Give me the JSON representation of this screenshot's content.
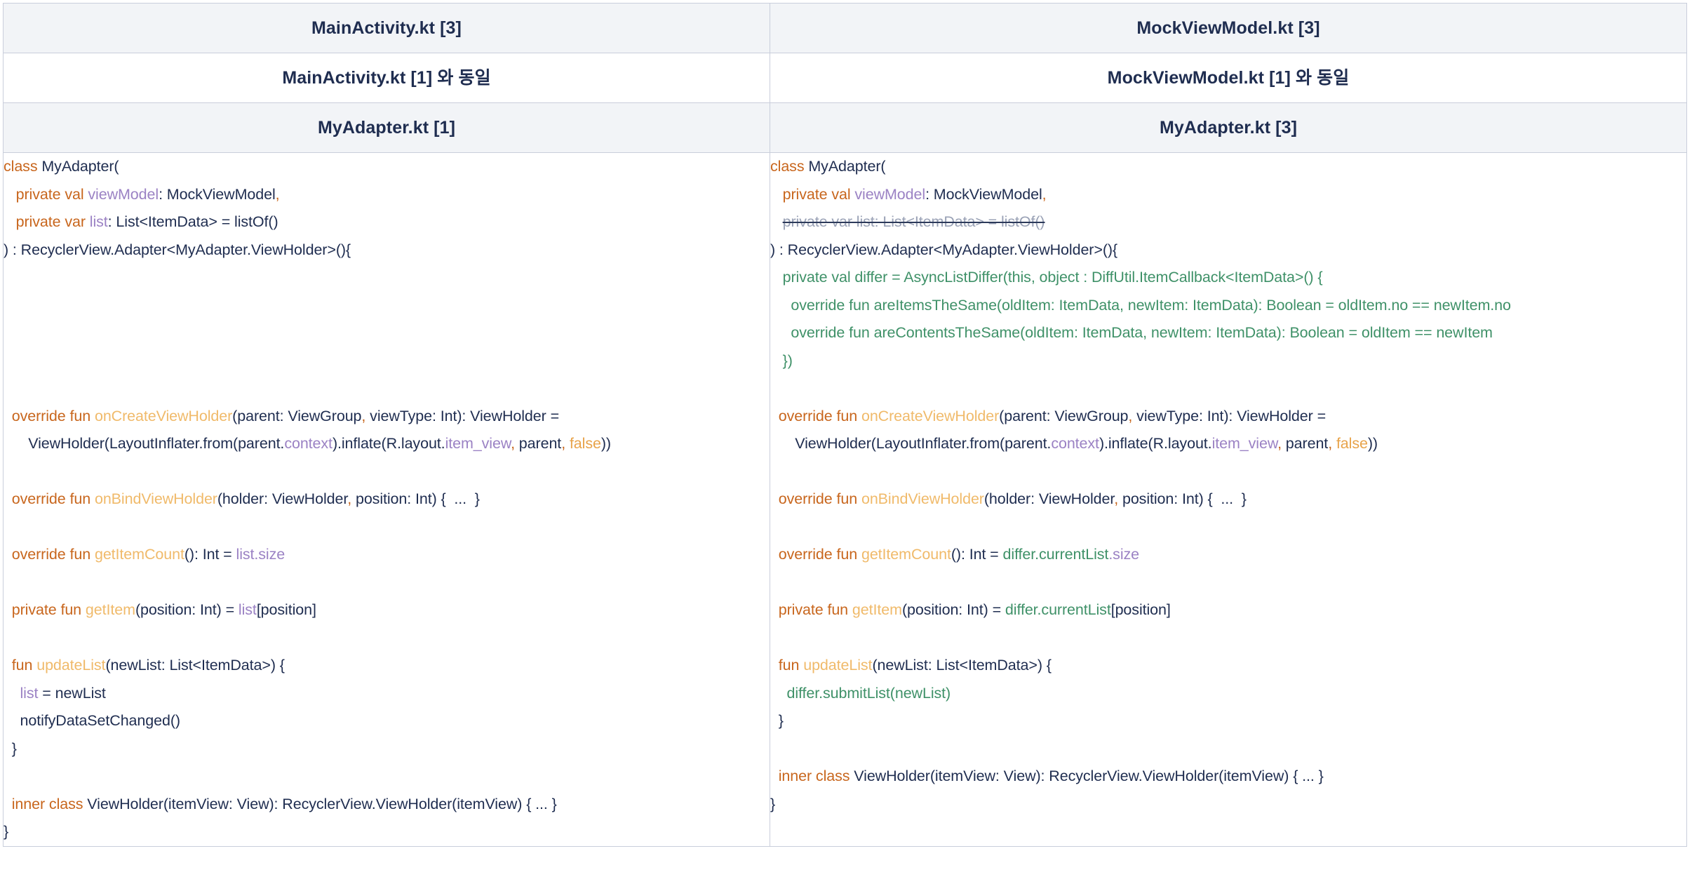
{
  "table": {
    "headers": [
      {
        "left": "MainActivity.kt [3]",
        "right": "MockViewModel.kt [3]",
        "style": "shaded"
      },
      {
        "left": "MainActivity.kt [1] 와 동일",
        "right": "MockViewModel.kt [1] 와 동일",
        "style": "plain"
      },
      {
        "left": "MyAdapter.kt [1]",
        "right": "MyAdapter.kt [3]",
        "style": "shaded"
      }
    ],
    "colors": {
      "header_background": "#f2f4f7",
      "header_text": "#1f2d50",
      "border": "#c9cedb",
      "keyword": "#c8661d",
      "function": "#f0ba6a",
      "property": "#9b82c4",
      "literal": "#e8a34a",
      "default_text": "#1f2d50",
      "added_green": "#3f9168",
      "deleted_gray": "#9aa2b6"
    }
  },
  "left_code": [
    [
      {
        "t": "class",
        "c": "kw"
      },
      {
        "t": " MyAdapter(",
        "c": "plain"
      }
    ],
    [
      {
        "t": "   ",
        "c": "plain"
      },
      {
        "t": "private val",
        "c": "kw"
      },
      {
        "t": " ",
        "c": "plain"
      },
      {
        "t": "viewModel",
        "c": "prop"
      },
      {
        "t": ": MockViewModel",
        "c": "plain"
      },
      {
        "t": ",",
        "c": "kw"
      }
    ],
    [
      {
        "t": "   ",
        "c": "plain"
      },
      {
        "t": "private var",
        "c": "kw"
      },
      {
        "t": " ",
        "c": "plain"
      },
      {
        "t": "list",
        "c": "prop"
      },
      {
        "t": ": List<ItemData> = listOf()",
        "c": "plain"
      }
    ],
    [
      {
        "t": ") : RecyclerView.Adapter<MyAdapter.ViewHolder>(){",
        "c": "plain"
      }
    ],
    [
      {
        "t": "",
        "c": "plain"
      }
    ],
    [
      {
        "t": "",
        "c": "plain"
      }
    ],
    [
      {
        "t": "",
        "c": "plain"
      }
    ],
    [
      {
        "t": "",
        "c": "plain"
      }
    ],
    [
      {
        "t": "",
        "c": "plain"
      }
    ],
    [
      {
        "t": "  ",
        "c": "plain"
      },
      {
        "t": "override fun",
        "c": "kw"
      },
      {
        "t": " ",
        "c": "plain"
      },
      {
        "t": "onCreateViewHolder",
        "c": "fn"
      },
      {
        "t": "(parent: ViewGroup",
        "c": "plain"
      },
      {
        "t": ",",
        "c": "kw"
      },
      {
        "t": " viewType: Int): ViewHolder =",
        "c": "plain"
      }
    ],
    [
      {
        "t": "      ViewHolder(LayoutInflater.from(parent.",
        "c": "plain"
      },
      {
        "t": "context",
        "c": "prop"
      },
      {
        "t": ").inflate(R.layout.",
        "c": "plain"
      },
      {
        "t": "item_view",
        "c": "prop"
      },
      {
        "t": ",",
        "c": "kw"
      },
      {
        "t": " parent",
        "c": "plain"
      },
      {
        "t": ",",
        "c": "kw"
      },
      {
        "t": " ",
        "c": "plain"
      },
      {
        "t": "false",
        "c": "lit"
      },
      {
        "t": "))",
        "c": "plain"
      }
    ],
    [
      {
        "t": "",
        "c": "plain"
      }
    ],
    [
      {
        "t": "  ",
        "c": "plain"
      },
      {
        "t": "override fun",
        "c": "kw"
      },
      {
        "t": " ",
        "c": "plain"
      },
      {
        "t": "onBindViewHolder",
        "c": "fn"
      },
      {
        "t": "(holder: ViewHolder",
        "c": "plain"
      },
      {
        "t": ",",
        "c": "kw"
      },
      {
        "t": " position: Int) {  ...  }",
        "c": "plain"
      }
    ],
    [
      {
        "t": "",
        "c": "plain"
      }
    ],
    [
      {
        "t": "  ",
        "c": "plain"
      },
      {
        "t": "override fun",
        "c": "kw"
      },
      {
        "t": " ",
        "c": "plain"
      },
      {
        "t": "getItemCount",
        "c": "fn"
      },
      {
        "t": "(): Int = ",
        "c": "plain"
      },
      {
        "t": "list.size",
        "c": "prop"
      }
    ],
    [
      {
        "t": "",
        "c": "plain"
      }
    ],
    [
      {
        "t": "  ",
        "c": "plain"
      },
      {
        "t": "private fun",
        "c": "kw"
      },
      {
        "t": " ",
        "c": "plain"
      },
      {
        "t": "getItem",
        "c": "fn"
      },
      {
        "t": "(position: Int) = ",
        "c": "plain"
      },
      {
        "t": "list",
        "c": "prop"
      },
      {
        "t": "[position]",
        "c": "plain"
      }
    ],
    [
      {
        "t": "",
        "c": "plain"
      }
    ],
    [
      {
        "t": "  ",
        "c": "plain"
      },
      {
        "t": "fun",
        "c": "kw"
      },
      {
        "t": " ",
        "c": "plain"
      },
      {
        "t": "updateList",
        "c": "fn"
      },
      {
        "t": "(newList: List<ItemData>) {",
        "c": "plain"
      }
    ],
    [
      {
        "t": "    ",
        "c": "plain"
      },
      {
        "t": "list",
        "c": "prop"
      },
      {
        "t": " = newList",
        "c": "plain"
      }
    ],
    [
      {
        "t": "    notifyDataSetChanged()",
        "c": "plain"
      }
    ],
    [
      {
        "t": "  }",
        "c": "plain"
      }
    ],
    [
      {
        "t": "",
        "c": "plain"
      }
    ],
    [
      {
        "t": "  ",
        "c": "plain"
      },
      {
        "t": "inner class",
        "c": "kw"
      },
      {
        "t": " ViewHolder(itemView: View): RecyclerView.ViewHolder(itemView) { ... }",
        "c": "plain"
      }
    ],
    [
      {
        "t": "}",
        "c": "plain"
      }
    ]
  ],
  "right_code": [
    [
      {
        "t": "class",
        "c": "kw"
      },
      {
        "t": " MyAdapter(",
        "c": "plain"
      }
    ],
    [
      {
        "t": "   ",
        "c": "plain"
      },
      {
        "t": "private val",
        "c": "kw"
      },
      {
        "t": " ",
        "c": "plain"
      },
      {
        "t": "viewModel",
        "c": "prop"
      },
      {
        "t": ": MockViewModel",
        "c": "plain"
      },
      {
        "t": ",",
        "c": "kw"
      }
    ],
    [
      {
        "t": "   ",
        "c": "plain"
      },
      {
        "t": "private var list: List<ItemData> = listOf()",
        "c": "del"
      }
    ],
    [
      {
        "t": ") : RecyclerView.Adapter<MyAdapter.ViewHolder>(){",
        "c": "plain"
      }
    ],
    [
      {
        "t": "   ",
        "c": "plain"
      },
      {
        "t": "private val differ = AsyncListDiffer(this, object : DiffUtil.ItemCallback<ItemData>() {",
        "c": "grn"
      }
    ],
    [
      {
        "t": "     ",
        "c": "plain"
      },
      {
        "t": "override fun areItemsTheSame(oldItem: ItemData, newItem: ItemData): Boolean = oldItem.no == newItem.no",
        "c": "grn"
      }
    ],
    [
      {
        "t": "     ",
        "c": "plain"
      },
      {
        "t": "override fun areContentsTheSame(oldItem: ItemData, newItem: ItemData): Boolean = oldItem == newItem",
        "c": "grn"
      }
    ],
    [
      {
        "t": "   ",
        "c": "plain"
      },
      {
        "t": "})",
        "c": "grn"
      }
    ],
    [
      {
        "t": "",
        "c": "plain"
      }
    ],
    [
      {
        "t": "  ",
        "c": "plain"
      },
      {
        "t": "override fun",
        "c": "kw"
      },
      {
        "t": " ",
        "c": "plain"
      },
      {
        "t": "onCreateViewHolder",
        "c": "fn"
      },
      {
        "t": "(parent: ViewGroup",
        "c": "plain"
      },
      {
        "t": ",",
        "c": "kw"
      },
      {
        "t": " viewType: Int): ViewHolder =",
        "c": "plain"
      }
    ],
    [
      {
        "t": "      ViewHolder(LayoutInflater.from(parent.",
        "c": "plain"
      },
      {
        "t": "context",
        "c": "prop"
      },
      {
        "t": ").inflate(R.layout.",
        "c": "plain"
      },
      {
        "t": "item_view",
        "c": "prop"
      },
      {
        "t": ",",
        "c": "kw"
      },
      {
        "t": " parent",
        "c": "plain"
      },
      {
        "t": ",",
        "c": "kw"
      },
      {
        "t": " ",
        "c": "plain"
      },
      {
        "t": "false",
        "c": "lit"
      },
      {
        "t": "))",
        "c": "plain"
      }
    ],
    [
      {
        "t": "",
        "c": "plain"
      }
    ],
    [
      {
        "t": "  ",
        "c": "plain"
      },
      {
        "t": "override fun",
        "c": "kw"
      },
      {
        "t": " ",
        "c": "plain"
      },
      {
        "t": "onBindViewHolder",
        "c": "fn"
      },
      {
        "t": "(holder: ViewHolder",
        "c": "plain"
      },
      {
        "t": ",",
        "c": "kw"
      },
      {
        "t": " position: Int) {  ...  }",
        "c": "plain"
      }
    ],
    [
      {
        "t": "",
        "c": "plain"
      }
    ],
    [
      {
        "t": "  ",
        "c": "plain"
      },
      {
        "t": "override fun",
        "c": "kw"
      },
      {
        "t": " ",
        "c": "plain"
      },
      {
        "t": "getItemCount",
        "c": "fn"
      },
      {
        "t": "(): Int = ",
        "c": "plain"
      },
      {
        "t": "differ.currentList",
        "c": "grn"
      },
      {
        "t": ".size",
        "c": "prop"
      }
    ],
    [
      {
        "t": "",
        "c": "plain"
      }
    ],
    [
      {
        "t": "  ",
        "c": "plain"
      },
      {
        "t": "private fun",
        "c": "kw"
      },
      {
        "t": " ",
        "c": "plain"
      },
      {
        "t": "getItem",
        "c": "fn"
      },
      {
        "t": "(position: Int) = ",
        "c": "plain"
      },
      {
        "t": "differ.currentList",
        "c": "grn"
      },
      {
        "t": "[position]",
        "c": "plain"
      }
    ],
    [
      {
        "t": "",
        "c": "plain"
      }
    ],
    [
      {
        "t": "  ",
        "c": "plain"
      },
      {
        "t": "fun",
        "c": "kw"
      },
      {
        "t": " ",
        "c": "plain"
      },
      {
        "t": "updateList",
        "c": "fn"
      },
      {
        "t": "(newList: List<ItemData>) {",
        "c": "plain"
      }
    ],
    [
      {
        "t": "    ",
        "c": "plain"
      },
      {
        "t": "differ.submitList(newList)",
        "c": "grn"
      }
    ],
    [
      {
        "t": "  }",
        "c": "plain"
      }
    ],
    [
      {
        "t": "",
        "c": "plain"
      }
    ],
    [
      {
        "t": "  ",
        "c": "plain"
      },
      {
        "t": "inner class",
        "c": "kw"
      },
      {
        "t": " ViewHolder(itemView: View): RecyclerView.ViewHolder(itemView) { ... }",
        "c": "plain"
      }
    ],
    [
      {
        "t": "}",
        "c": "plain"
      }
    ]
  ]
}
